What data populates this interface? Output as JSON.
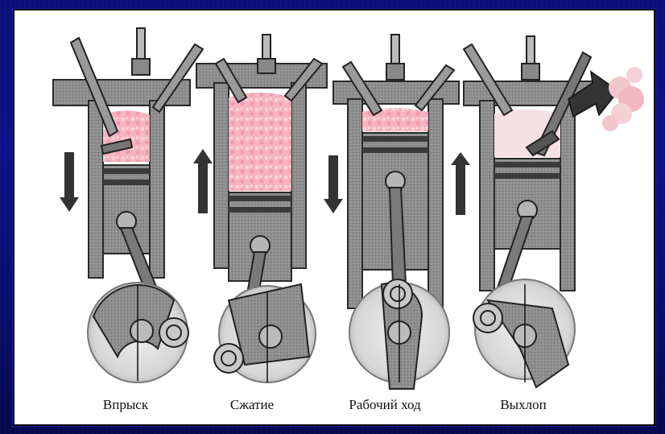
{
  "labels": {
    "intake": "Впрыск",
    "compression": "Сжатие",
    "power": "Рабочий ход",
    "exhaust": "Выхлоп"
  },
  "colors": {
    "slide_background": "#0b1188",
    "frame": "#ffffff",
    "metal_dark": "#3d3d3d",
    "metal_mid": "#8a8a8a",
    "metal_light": "#c9c9c9",
    "charge": "#f4a9b8",
    "exhaust_smoke": "#f3c6cc"
  },
  "icons": {
    "stroke_arrow_down": "arrow-down-icon",
    "stroke_arrow_up": "arrow-up-icon",
    "exhaust_arrow": "arrow-right-icon"
  }
}
